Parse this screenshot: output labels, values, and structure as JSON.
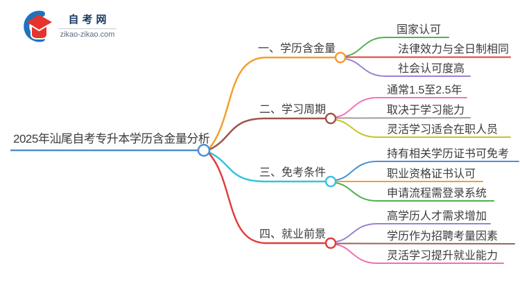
{
  "logo": {
    "title": "自考网",
    "domain": "zikao-zikao.com",
    "icon": "graduation-cap-logo-icon",
    "cap_color": "#e5342e",
    "swoosh_color": "#1e73be"
  },
  "mindmap_type": "mindmap",
  "central": {
    "label": "2025年汕尾自考专升本学历含金量分析",
    "color": "#4a90d2"
  },
  "branches": [
    {
      "label": "一、学历含金量",
      "color": "#f59e2c",
      "children": [
        {
          "text": "国家认可",
          "color": "#52b153"
        },
        {
          "text": "法律效力与全日制相同",
          "color": "#e23c3c"
        },
        {
          "text": "社会认可度高",
          "color": "#9b7fd4"
        }
      ]
    },
    {
      "label": "二、学习周期",
      "color": "#9c554c",
      "children": [
        {
          "text": "通常1.5至2.5年",
          "color": "#f472b8"
        },
        {
          "text": "取决于学习能力",
          "color": "#9e9e9e"
        },
        {
          "text": "灵活学习适合在职人员",
          "color": "#c5c32f"
        }
      ]
    },
    {
      "label": "三、免考条件",
      "color": "#35c3dc",
      "children": [
        {
          "text": "持有相关学历证书可免考",
          "color": "#4a8fd3"
        },
        {
          "text": "职业资格证书认可",
          "color": "#f59e2c"
        },
        {
          "text": "申请流程需登录系统",
          "color": "#4caf50"
        }
      ]
    },
    {
      "label": "四、就业前景",
      "color": "#e23c3c",
      "children": [
        {
          "text": "高学历人才需求增加",
          "color": "#9b7fd4"
        },
        {
          "text": "学历作为招聘考量因素",
          "color": "#96655a"
        },
        {
          "text": "灵活学习提升就业能力",
          "color": "#ef6eb6"
        }
      ]
    }
  ]
}
